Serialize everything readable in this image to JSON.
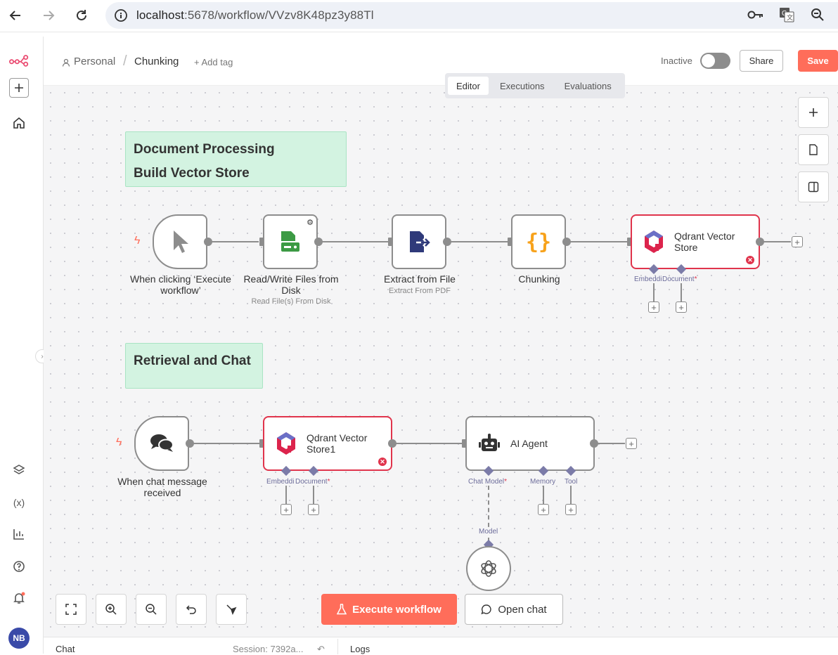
{
  "browser": {
    "url_host": "localhost",
    "url_path": ":5678/workflow/VVzv8K48pz3y88Tl"
  },
  "header": {
    "project": "Personal",
    "workflow_name": "Chunking",
    "add_tag": "+ Add tag",
    "status_label": "Inactive",
    "share_label": "Share",
    "save_label": "Save"
  },
  "tabs": [
    "Editor",
    "Executions",
    "Evaluations"
  ],
  "sidebar": {
    "avatar_initials": "NB"
  },
  "stickies": {
    "top": [
      "Document Processing",
      "Build Vector Store"
    ],
    "bottom": [
      "Retrieval and Chat"
    ]
  },
  "nodes": {
    "manual_trigger": {
      "label_line1": "When clicking ‘Execute",
      "label_line2": "workflow’"
    },
    "read_files": {
      "label_line1": "Read/Write Files from",
      "label_line2": "Disk",
      "sub": "Read File(s) From Disk"
    },
    "extract": {
      "label": "Extract from File",
      "sub": "Extract From PDF"
    },
    "chunking": {
      "label": "Chunking"
    },
    "qdrant1": {
      "title_line1": "Qdrant Vector",
      "title_line2": "Store",
      "inputs": [
        "Embeddi",
        "Document"
      ]
    },
    "chat_trigger": {
      "label_line1": "When chat message",
      "label_line2": "received"
    },
    "qdrant2": {
      "title_line1": "Qdrant Vector",
      "title_line2": "Store1",
      "inputs": [
        "Embeddi",
        "Document"
      ]
    },
    "agent": {
      "title": "AI Agent",
      "inputs": [
        "Chat Model",
        "Memory",
        "Tool"
      ]
    },
    "model_label": "Model"
  },
  "canvas_buttons": {
    "execute": "Execute workflow",
    "open_chat": "Open chat"
  },
  "bottom_panel": {
    "chat": "Chat",
    "session": "Session: 7392a...",
    "logs": "Logs"
  },
  "colors": {
    "accent": "#ff6d5a",
    "error": "#e0344c",
    "sticky": "#d3f3e1"
  }
}
